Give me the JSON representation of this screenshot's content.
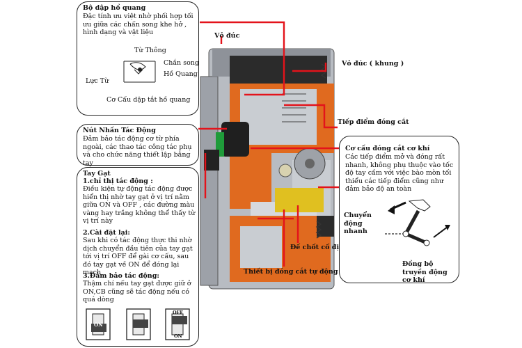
{
  "arc_box": {
    "title": "Bộ dập hồ quang",
    "text": "Đặc tính ưu việt nhờ phối hợp tối ưu giữa các chấn song khe hở , hình dạng và vật liệu",
    "label_flux": "Từ Thông",
    "label_bars": "Chắn song",
    "label_arc": "Hồ Quang",
    "label_force": "Lực Từ",
    "caption": "Cơ Cấu dập tắt hồ quang"
  },
  "push_box": {
    "title": "Nút Nhấn Tác Động",
    "text": "Đảm bảo tác động cơ từ phía ngoài, các thao tác công tác phụ và cho chức năng thiết lập bằng tay"
  },
  "handle_box": {
    "title": "Tay Gạt",
    "s1_title": "1.chỉ thị tác động :",
    "s1_text": "Điều kiện tự động tác động được hiển thị nhờ tay gạt ở vị trí nằm giữa ON và OFF , các đường màu vàng hay trắng không thể thấy từ vị trí này",
    "s2_title": "2.Cài đặt lại:",
    "s2_text": "Sau khi có tác động thực thi nhờ dịch chuyển đầu tiên của tay gạt tới vị trí OFF để gài cơ cấu, sau đó tay gạt về ON để đóng lại mạch",
    "s3_title": "3.Đảm bảo tác động:",
    "s3_text": "Thậm chí nếu tay gạt được giữ ở ON,CB cũng sẽ tác động nếu có quá dòng",
    "sw1": "ON",
    "sw2": "",
    "sw3_top": "OFF",
    "sw3_bottom": "ON"
  },
  "mech_box": {
    "title": "Cơ cấu đóng cắt cơ khí",
    "text": "Các tiếp điểm mở và đóng rất nhanh, không phụ thuộc vào tốc độ tay cầm với việc bào mòn tối thiểu các tiếp điểm cũng như đảm bảo độ an toàn",
    "label_fast": "Chuyển động nhanh",
    "label_sync": "Đồng bộ truyền động cơ khí"
  },
  "callouts": {
    "molded_case": "Vỏ đúc",
    "molded_frame": "Vỏ đúc ( khung )",
    "contact": "Tiếp điểm đóng cắt",
    "fixing_pin": "Đế chốt cố định",
    "auto_trip": "Thiết bị đóng cắt tự động"
  },
  "colors": {
    "callout_line": "#e3131b",
    "case": "#e06a1f",
    "grey": "#8a8e94"
  }
}
